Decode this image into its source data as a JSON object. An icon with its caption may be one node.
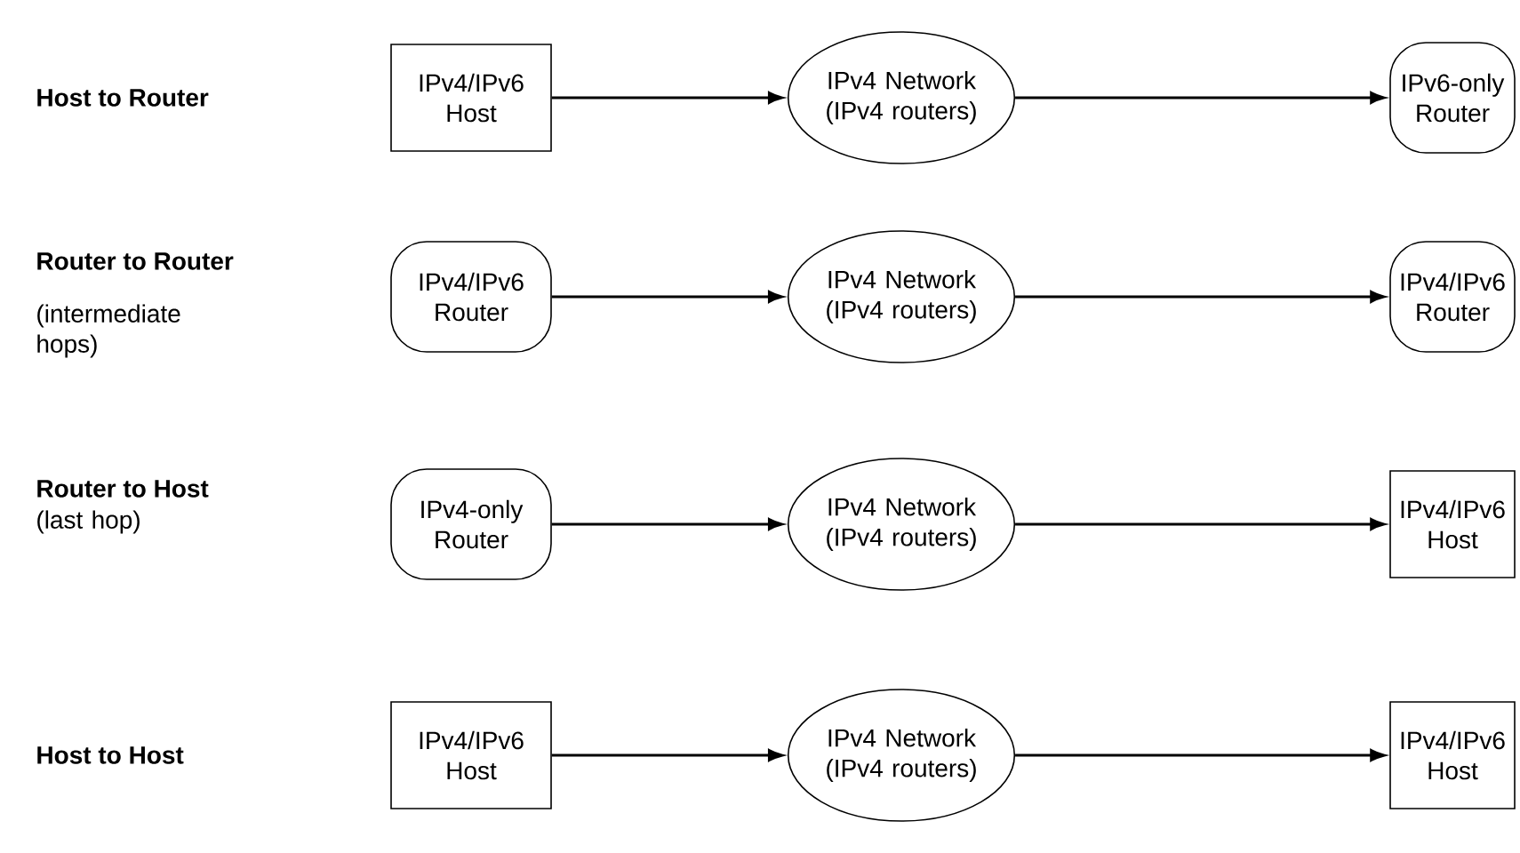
{
  "diagram": {
    "nodes": [
      {
        "text": [
          "IPv4/IPv6 Host"
        ]
      },
      {
        "text": [
          "IPv4 Network (IPv4 routers)"
        ]
      },
      {
        "text": [
          "IPv6-only Router"
        ]
      },
      {
        "text": [
          "IPv4/IPv6 Router"
        ]
      },
      {
        "text": [
          "IPv4 Network (IPv4 routers)"
        ]
      },
      {
        "text": [
          "IPv4/IPv6 Router"
        ]
      },
      {
        "text": [
          "IPv4-only Router"
        ]
      },
      {
        "text": [
          "IPv4 Network (IPv4 routers)"
        ]
      },
      {
        "text": [
          "IPv4/IPv6 Host"
        ]
      },
      {
        "text": [
          "IPv4/IPv6 Host"
        ]
      },
      {
        "text": [
          "IPv4 Network (IPv4 routers)"
        ]
      },
      {
        "text": [
          "IPv4/IPv6 Host"
        ]
      }
    ],
    "edges": [
      {
        "from": 0,
        "to": 1,
        "arrow": "to"
      },
      {
        "from": 1,
        "to": 2,
        "arrow": "to"
      },
      {
        "from": 3,
        "to": 4,
        "arrow": "to"
      },
      {
        "from": 4,
        "to": 5,
        "arrow": "to"
      },
      {
        "from": 6,
        "to": 7,
        "arrow": "to"
      },
      {
        "from": 7,
        "to": 8,
        "arrow": "to"
      },
      {
        "from": 9,
        "to": 10,
        "arrow": "to"
      },
      {
        "from": 10,
        "to": 11,
        "arrow": "to"
      }
    ],
    "labels": [
      "Host to Router",
      "Router to Router",
      "(intermediate hops)",
      "Router to Host",
      "(last hop)",
      "Host to Host"
    ]
  }
}
